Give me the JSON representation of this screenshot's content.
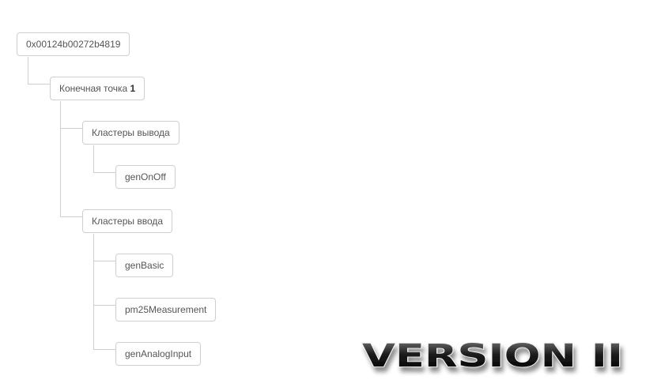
{
  "tree": {
    "root": {
      "label": "0x00124b00272b4819"
    },
    "endpoint": {
      "label": "Конечная точка",
      "number": "1"
    },
    "output_clusters": {
      "label": "Кластеры вывода",
      "items": [
        {
          "label": "genOnOff"
        }
      ]
    },
    "input_clusters": {
      "label": "Кластеры ввода",
      "items": [
        {
          "label": "genBasic"
        },
        {
          "label": "pm25Measurement"
        },
        {
          "label": "genAnalogInput"
        }
      ]
    }
  },
  "watermark": {
    "text": "VERSION II"
  }
}
